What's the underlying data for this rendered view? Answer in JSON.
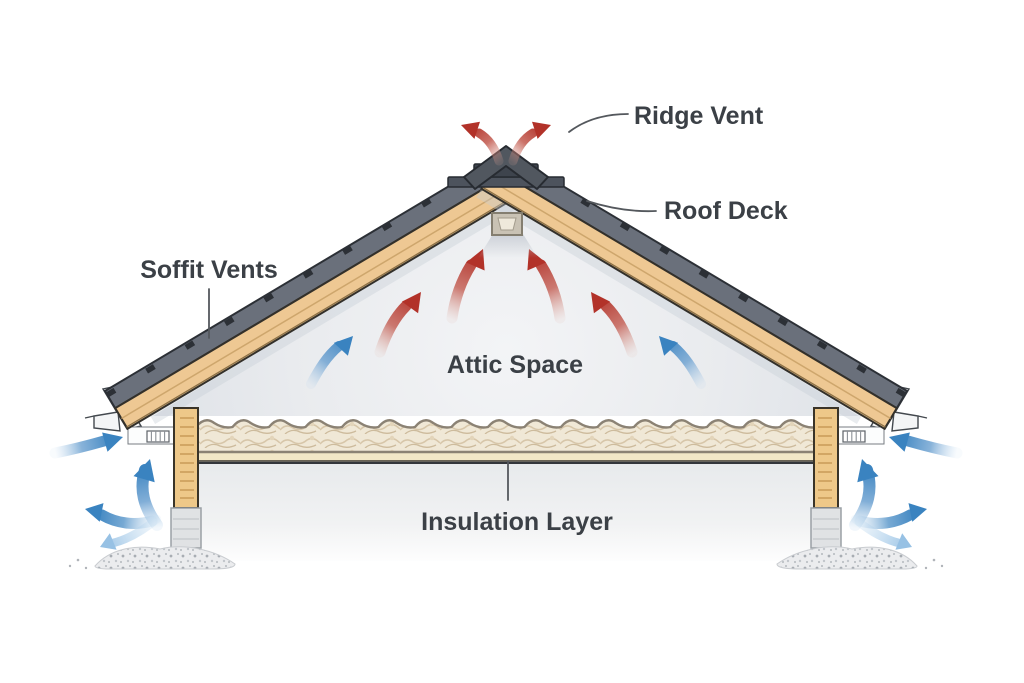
{
  "diagram": {
    "subject": "Attic ventilation cross-section",
    "labels": {
      "ridge_vent": "Ridge Vent",
      "roof_deck": "Roof Deck",
      "soffit_vents": "Soffit Vents",
      "attic_space": "Attic Space",
      "insulation_layer": "Insulation Layer"
    },
    "airflow_icons": {
      "warm_air_arrow_color": "#b23229",
      "cool_air_arrow_color": "#3a83c0",
      "cool_air_light_arrow_color": "#8cbbe2"
    },
    "palette": {
      "background": "#ffffff",
      "roof_shingles": "#6a707b",
      "roof_deck_wood": "#eec893",
      "attic_interior": "#e9ebee",
      "insulation": "#f0e8d6",
      "ceiling_band": "#f2e7c7",
      "wall": "#e9ecee",
      "label_text": "#3b4046",
      "leader_line": "#54585d"
    }
  }
}
